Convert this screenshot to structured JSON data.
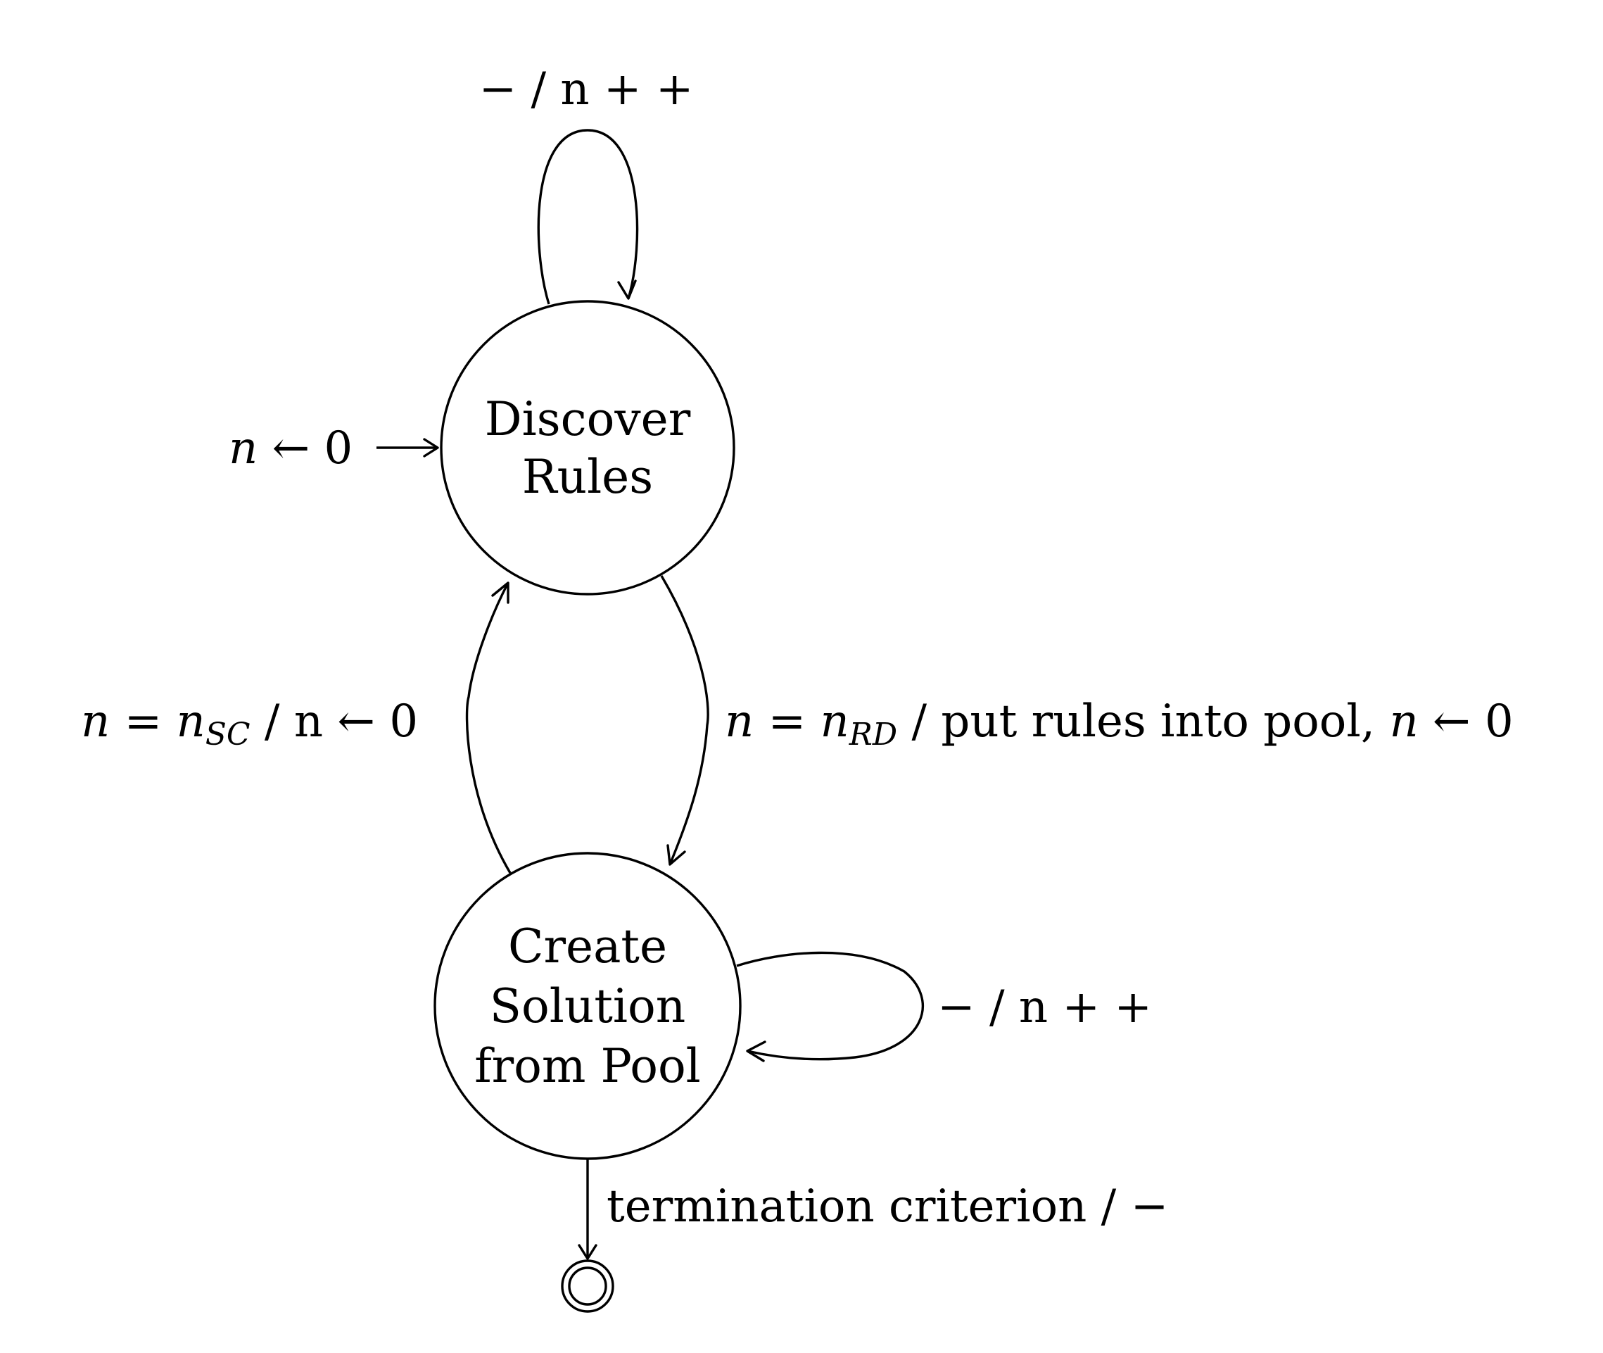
{
  "states": {
    "discover": {
      "lines": [
        "Discover",
        "Rules"
      ]
    },
    "create": {
      "lines": [
        "Create",
        "Solution",
        "from Pool"
      ]
    }
  },
  "transitions": {
    "initial": {
      "var": "n",
      "arrow": "←",
      "value": "0"
    },
    "discover_self": {
      "text": "− / n + +"
    },
    "create_to_discover": {
      "var": "n",
      "eq": " = ",
      "sub_var": "n",
      "subscript": "SC",
      "action": " / n ← 0"
    },
    "discover_to_create": {
      "var": "n",
      "eq": " = ",
      "sub_var": "n",
      "subscript": "RD",
      "action": " / put rules into pool, ",
      "action_var": "n",
      "action_tail": " ← 0"
    },
    "create_self": {
      "text": "− / n + +"
    },
    "final": {
      "text": "termination criterion / −"
    }
  }
}
